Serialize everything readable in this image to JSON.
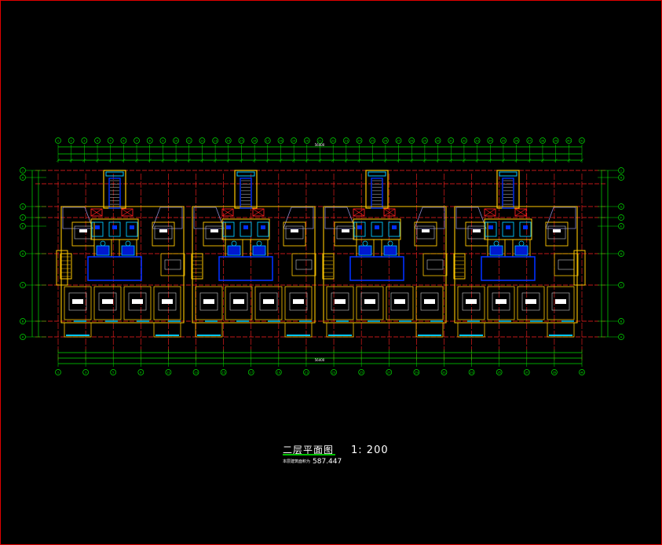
{
  "plan": {
    "title": "二层平面图",
    "scale": "1: 200",
    "area_label": "本层建筑面积为",
    "area_value": "587.447",
    "overall_dimension": "56400",
    "top_axes": [
      "1",
      "2",
      "3",
      "4",
      "5",
      "6",
      "7",
      "8",
      "9",
      "10",
      "11",
      "12",
      "13",
      "14",
      "15",
      "16",
      "17",
      "18",
      "19",
      "20",
      "21",
      "22",
      "23",
      "24",
      "25",
      "26",
      "27",
      "28",
      "29",
      "30",
      "31",
      "32",
      "33",
      "34",
      "35",
      "36",
      "37",
      "38",
      "39",
      "40",
      "41"
    ],
    "bottom_axes": [
      "1",
      "3",
      "5",
      "8",
      "11",
      "13",
      "15",
      "17",
      "19",
      "21",
      "23",
      "25",
      "27",
      "29",
      "31",
      "33",
      "35",
      "37",
      "39",
      "40"
    ],
    "side_axes": [
      "J",
      "H",
      "G",
      "F",
      "E",
      "D",
      "C",
      "B",
      "A"
    ],
    "colors": {
      "background": "#000000",
      "frame": "#e00000",
      "axis": "#00e000",
      "wall": "#ffc800",
      "grid": "#ff2020",
      "window": "#00c8ff",
      "furniture": "#0030ff",
      "fixture": "#c8c8c8",
      "text": "#ffffff"
    }
  }
}
